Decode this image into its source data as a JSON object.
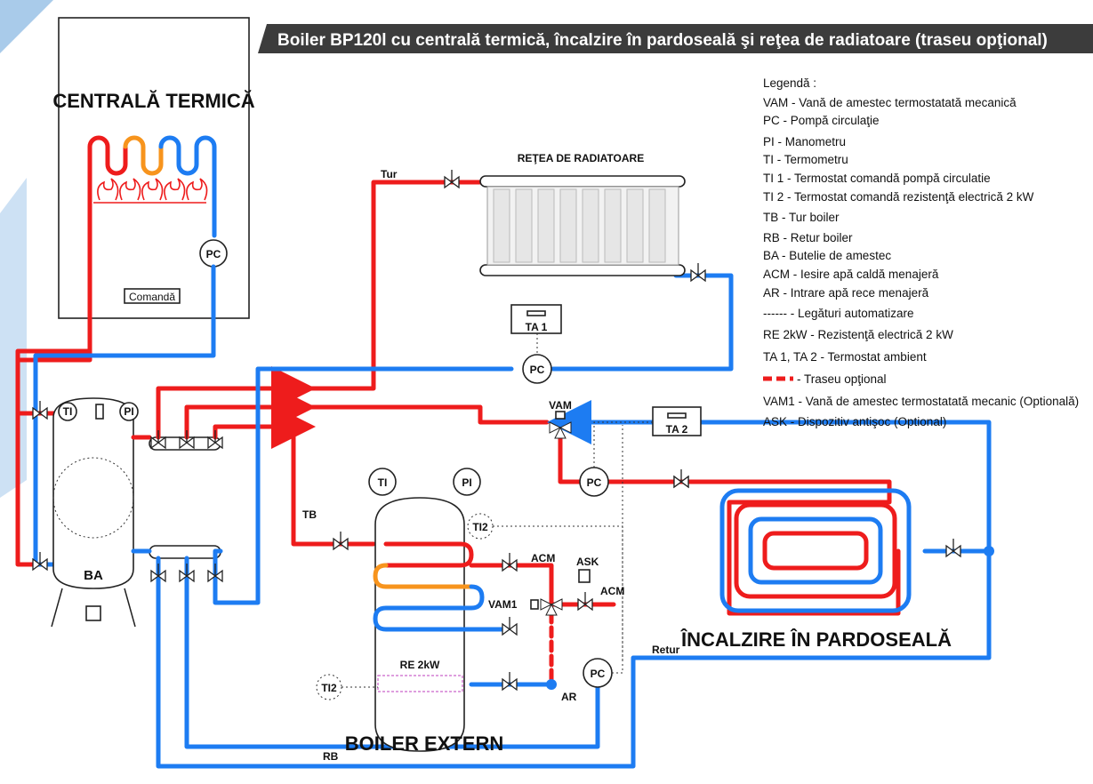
{
  "title": "Boiler BP120l cu centrală termică, încalzire în pardoseală şi reţea de radiatoare (traseu opţional)",
  "central": {
    "title": "CENTRALĂ TERMICĂ",
    "command": "Comandă",
    "pump": "PC"
  },
  "radiators": {
    "title": "REŢEA DE RADIATOARE",
    "tur": "Tur"
  },
  "thermostats": {
    "ta1": "TA 1",
    "ta2": "TA 2"
  },
  "pumps": {
    "pc": "PC"
  },
  "buffer": {
    "label": "BA",
    "ti": "TI",
    "pi": "PI"
  },
  "boiler": {
    "title": "BOILER EXTERN",
    "ti": "TI",
    "pi": "PI",
    "ti2": "TI2",
    "re": "RE 2kW"
  },
  "labels": {
    "tb": "TB",
    "rb": "RB",
    "retur": "Retur",
    "vam": "VAM",
    "vam1": "VAM1",
    "acm": "ACM",
    "ask": "ASK",
    "ar": "AR"
  },
  "floor": {
    "title": "ÎNCALZIRE ÎN PARDOSEALĂ"
  },
  "legend": {
    "heading": "Legendă :",
    "items": [
      "VAM - Vană de amestec termostatată mecanică",
      "PC - Pompă circulaţie",
      "PI - Manometru",
      "TI - Termometru",
      "TI 1 - Termostat comandă pompă circulatie",
      "TI 2 - Termostat comandă rezistenţă electrică 2 kW",
      "TB - Tur boiler",
      "RB - Retur boiler",
      "BA - Butelie de amestec",
      "ACM - Iesire apă caldă menajeră",
      "AR - Intrare apă rece menajeră",
      "------ - Legături automatizare",
      "RE 2kW - Rezistenţă electrică 2 kW",
      "TA 1, TA 2 - Termostat ambient",
      "- Traseu opţional",
      "VAM1 - Vană de amestec termostatată mecanic (Optională)",
      "ASK - Dispozitiv antişoc (Optional)"
    ]
  },
  "colors": {
    "hot": "#ee1c1c",
    "cold": "#1d7cf2",
    "warm": "#f7941d",
    "title_bar": "#3c3c3c"
  }
}
